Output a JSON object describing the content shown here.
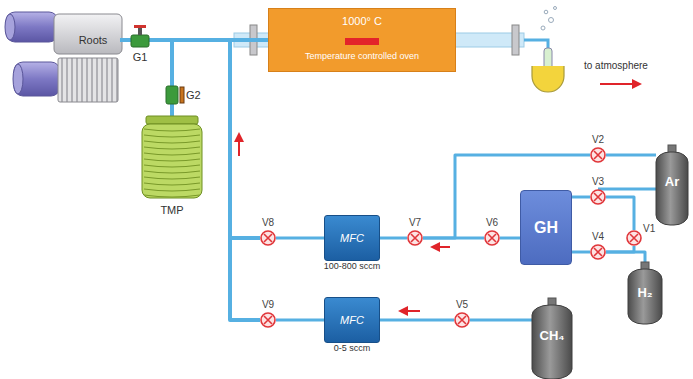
{
  "diagram": {
    "nodes": [
      {
        "text": [
          "Roots"
        ]
      },
      {
        "text": [
          "G1"
        ]
      },
      {
        "text": [
          "G2"
        ]
      },
      {
        "text": [
          "TMP"
        ]
      },
      {
        "text": [
          "1000° C",
          "Temperature controlled oven"
        ]
      },
      {
        "text": [
          "V8"
        ]
      },
      {
        "text": [
          "MFC",
          "100-800 sccm"
        ]
      },
      {
        "text": [
          "V7"
        ]
      },
      {
        "text": [
          "V6"
        ]
      },
      {
        "text": [
          "GH"
        ]
      },
      {
        "text": [
          "V2"
        ]
      },
      {
        "text": [
          "V3"
        ]
      },
      {
        "text": [
          "V1"
        ]
      },
      {
        "text": [
          "V4"
        ]
      },
      {
        "text": [
          "Ar"
        ]
      },
      {
        "text": [
          "H₂"
        ]
      },
      {
        "text": [
          "V9"
        ]
      },
      {
        "text": [
          "MFC",
          "0-5 sccm"
        ]
      },
      {
        "text": [
          "V5"
        ]
      },
      {
        "text": [
          "CH₄"
        ]
      }
    ],
    "edges": [
      {
        "from": 0,
        "to": 1,
        "arrow": "none"
      },
      {
        "from": 1,
        "to": 4,
        "arrow": "none"
      },
      {
        "from": 2,
        "to": 1,
        "arrow": "none"
      },
      {
        "from": 2,
        "to": 4,
        "arrow": "none"
      },
      {
        "from": 3,
        "to": 2,
        "arrow": "none"
      },
      {
        "from": 5,
        "to": 4,
        "arrow": "none"
      },
      {
        "from": 16,
        "to": 4,
        "arrow": "none"
      },
      {
        "from": 6,
        "to": 5,
        "arrow": "none"
      },
      {
        "from": 7,
        "to": 6,
        "arrow": "none"
      },
      {
        "from": 8,
        "to": 7,
        "arrow": "none"
      },
      {
        "from": 9,
        "to": 8,
        "arrow": "none"
      },
      {
        "from": 10,
        "to": 7,
        "arrow": "none"
      },
      {
        "from": 14,
        "to": 10,
        "arrow": "none"
      },
      {
        "from": 9,
        "to": 11,
        "arrow": "none"
      },
      {
        "from": 11,
        "to": 14,
        "arrow": "none"
      },
      {
        "from": 9,
        "to": 13,
        "arrow": "none"
      },
      {
        "from": 13,
        "to": 15,
        "arrow": "none"
      },
      {
        "from": 12,
        "to": 11,
        "arrow": "none"
      },
      {
        "from": 12,
        "to": 13,
        "arrow": "none"
      },
      {
        "from": 17,
        "to": 16,
        "arrow": "none"
      },
      {
        "from": 18,
        "to": 17,
        "arrow": "none"
      },
      {
        "from": 19,
        "to": 18,
        "arrow": "none"
      }
    ],
    "labels": [
      "to atmosphere"
    ]
  }
}
